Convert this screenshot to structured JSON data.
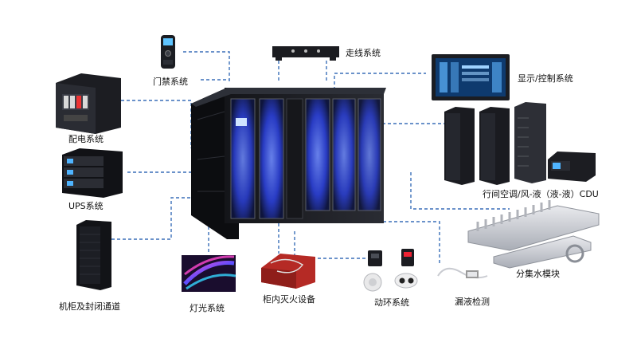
{
  "labels": {
    "access": "门禁系统",
    "cabling": "走线系统",
    "display": "显示/控制系统",
    "power": "配电系统",
    "ups": "UPS系统",
    "cooling": "行间空调/风-液（液-液）CDU",
    "cabinet": "机柜及封闭通道",
    "lighting": "灯光系统",
    "fire": "柜内灭火设备",
    "env": "动环系统",
    "leak": "漏液检测",
    "manifold": "分集水模块"
  },
  "colors": {
    "connector": "#3a6fb8",
    "cabinet_dark": "#1a1c22",
    "glow": "#2f55ff",
    "fire_red": "#b52a25"
  }
}
